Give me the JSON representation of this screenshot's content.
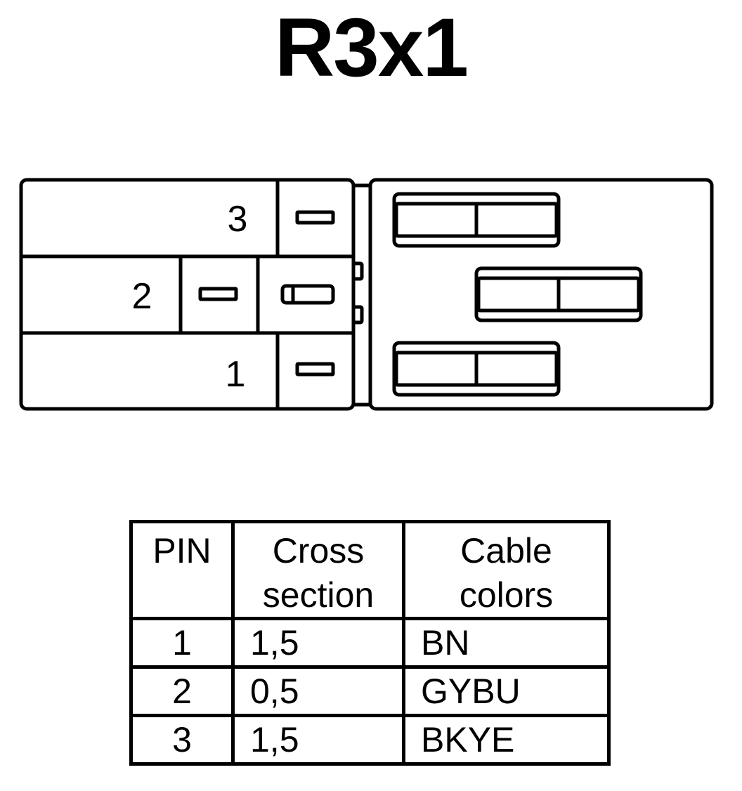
{
  "title": "R3x1",
  "diagram": {
    "pin_labels": [
      "3",
      "2",
      "1"
    ]
  },
  "table": {
    "headers": {
      "pin": "PIN",
      "cross_line1": "Cross",
      "cross_line2": "section",
      "color_line1": "Cable",
      "color_line2": "colors"
    },
    "rows": [
      {
        "pin": "1",
        "cross_section": "1,5",
        "color": "BN"
      },
      {
        "pin": "2",
        "cross_section": "0,5",
        "color": "GYBU"
      },
      {
        "pin": "3",
        "cross_section": "1,5",
        "color": "BKYE"
      }
    ]
  }
}
